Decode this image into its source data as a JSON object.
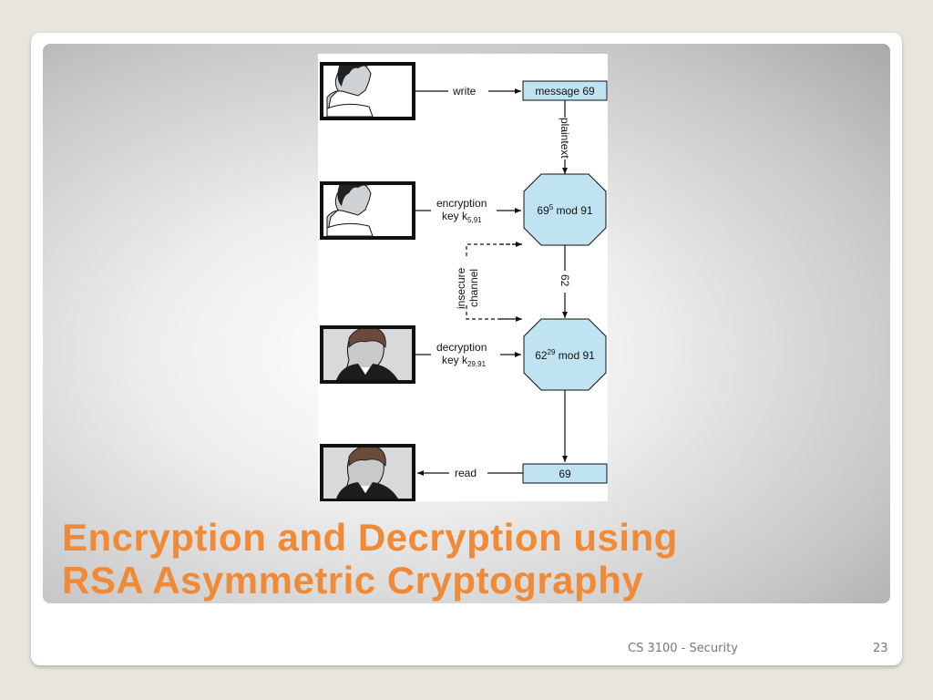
{
  "slide": {
    "title_line1": "Encryption and Decryption using",
    "title_line2": "RSA Asymmetric Cryptography",
    "footer": "CS 3100 - Security",
    "page_number": "23"
  },
  "diagram": {
    "write_label": "write",
    "message_box": "message 69",
    "plaintext_label": "plaintext",
    "encryption_label_line1": "encryption",
    "encryption_label_line2": "key k",
    "encryption_key_sub": "5,91",
    "encrypt_base": "69",
    "encrypt_exp": "5",
    "encrypt_mod": " mod 91",
    "ciphertext_label": "62",
    "insecure_line1": "insecure",
    "insecure_line2": "channel",
    "decryption_label_line1": "decryption",
    "decryption_label_line2": "key k",
    "decryption_key_sub": "29,91",
    "decrypt_base": "62",
    "decrypt_exp": "29",
    "decrypt_mod": " mod 91",
    "read_label": "read",
    "result_box": "69",
    "colors": {
      "box_fill": "#bfe3f1",
      "octagon_fill": "#bfe3f1",
      "title": "#f08a36"
    },
    "icons": [
      "sender-portrait-icon",
      "sender-portrait-icon",
      "receiver-portrait-icon",
      "receiver-portrait-icon"
    ]
  }
}
